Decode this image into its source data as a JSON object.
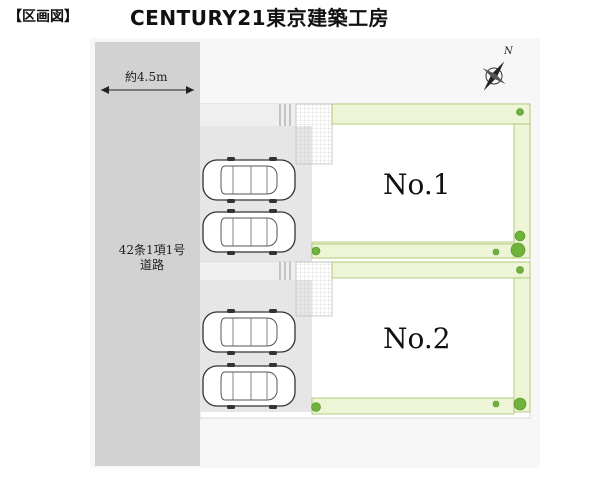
{
  "header": {
    "tag": "【区画図】",
    "brand": "CENTURY21東京建築工房"
  },
  "compass": {
    "label": "N",
    "icon": "compass-icon"
  },
  "road": {
    "width_label": "約4.5m",
    "type_line1": "42条1項1号",
    "type_line2": "道路"
  },
  "lots": [
    {
      "label": "No.1",
      "cars": 2
    },
    {
      "label": "No.2",
      "cars": 2
    }
  ],
  "colors": {
    "road": "#d2d2d2",
    "lot": "#ffffff",
    "garden": "#eef5d6",
    "garden_border": "#a6c36a",
    "tree": "#6fb33b",
    "paving": "#e4e4e4"
  }
}
